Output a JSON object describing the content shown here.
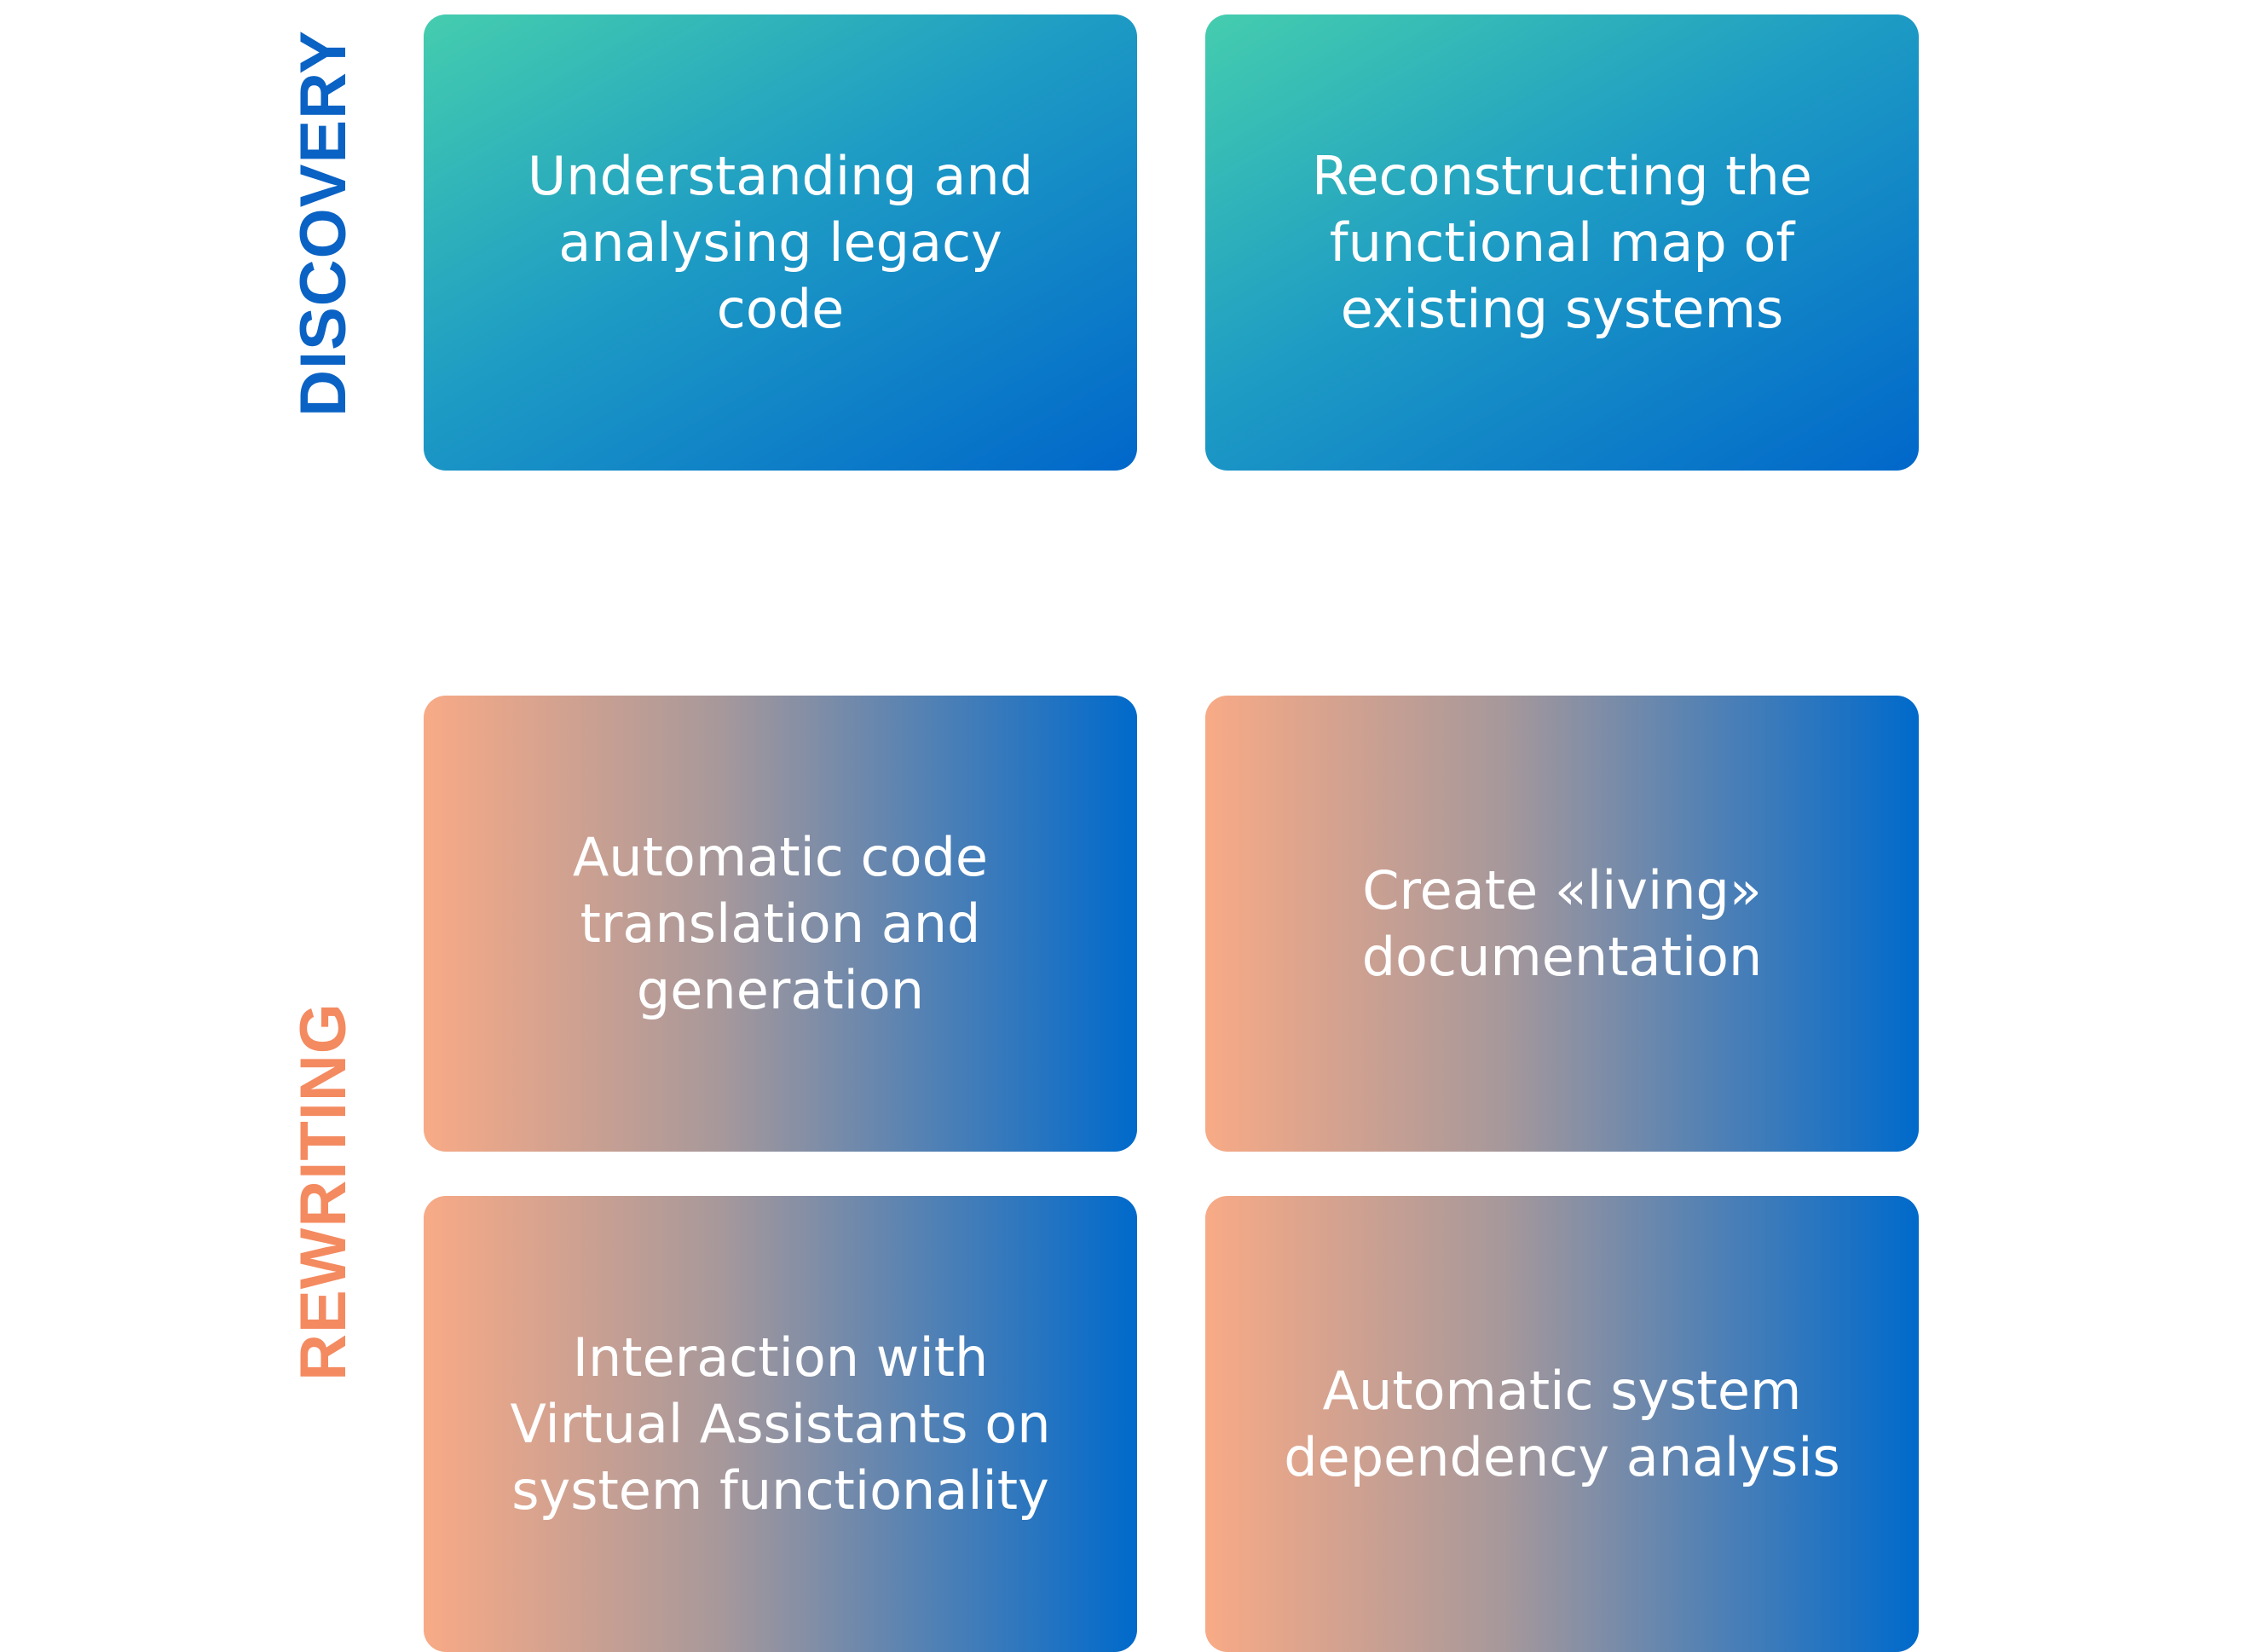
{
  "sections": {
    "discovery": "DISCOVERY",
    "rewriting": "REWRITING"
  },
  "cards": [
    {
      "text": "Understanding and analysing legacy code"
    },
    {
      "text": "Reconstructing the functional map of existing systems"
    },
    {
      "text": "Automatic code translation and generation"
    },
    {
      "text": "Create «living» documentation"
    },
    {
      "text": "Interaction with Virtual Assistants on system functionality"
    },
    {
      "text": "Automatic system dependency analysis"
    }
  ],
  "colors": {
    "discovery_label": "#0a62c4",
    "rewriting_label": "#f48a60",
    "teal_gradient": [
      "#45cdae",
      "#1e9cc4",
      "#0167ca"
    ],
    "peach_gradient": [
      "#f8aa86",
      "#a6989b",
      "#4f80b5",
      "#006acb"
    ],
    "card_text": "#ffffff"
  }
}
